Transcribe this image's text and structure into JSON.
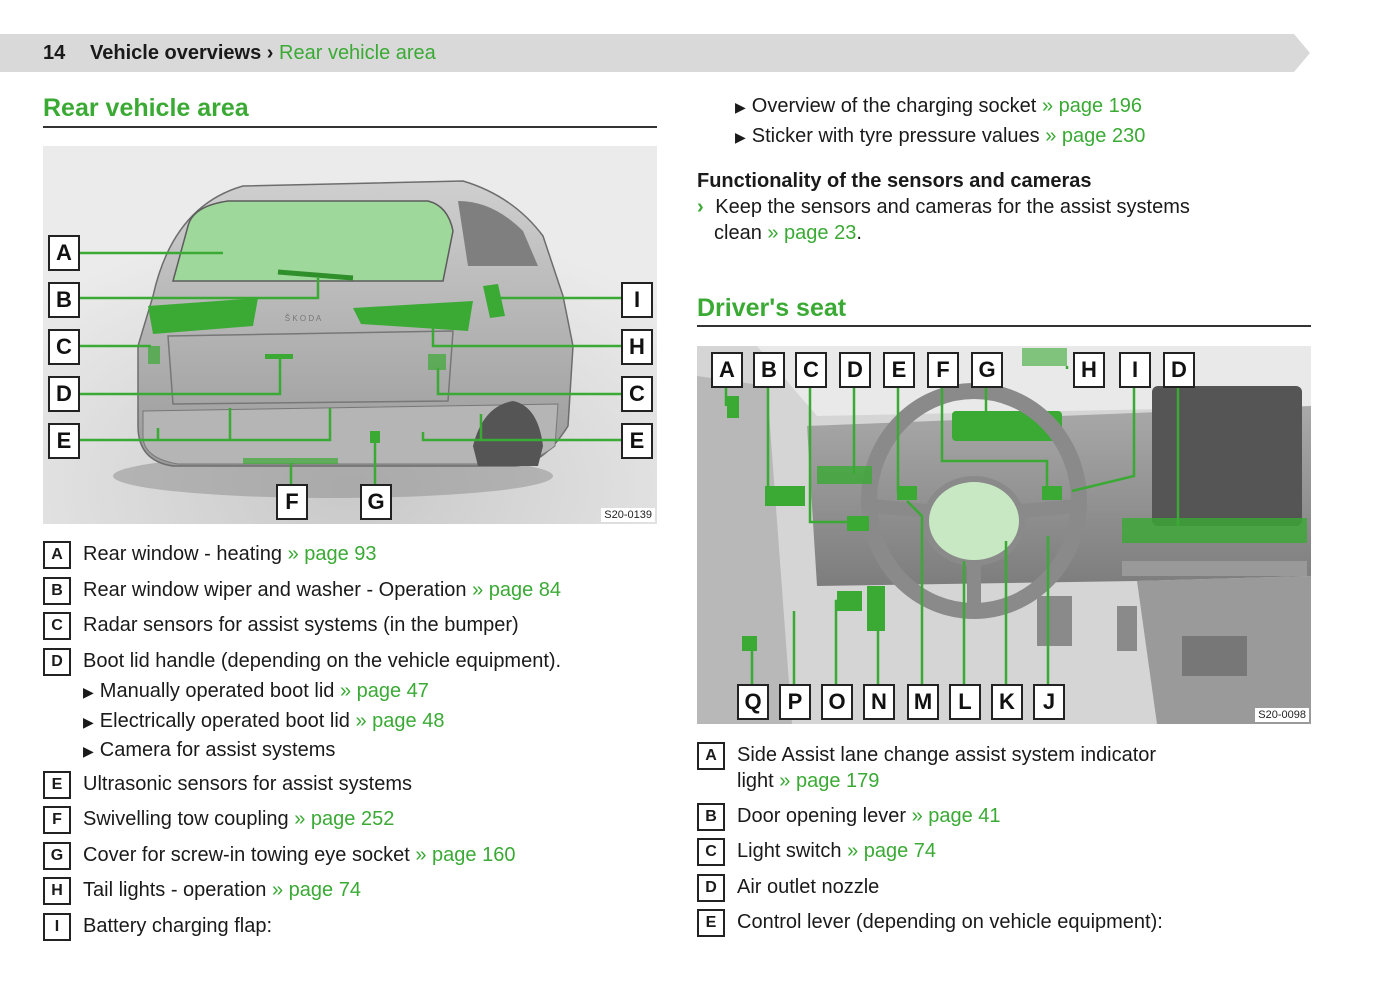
{
  "header": {
    "page_number": "14",
    "chapter": "Vehicle overviews",
    "separator": "›",
    "section": "Rear vehicle area"
  },
  "rear_area": {
    "title": "Rear vehicle area",
    "figure_code": "S20-0139",
    "brand_badge": "Š K O D A",
    "tags_left": [
      "A",
      "B",
      "C",
      "D",
      "E"
    ],
    "tags_right": [
      "I",
      "H",
      "C",
      "E"
    ],
    "tags_bottom": [
      "F",
      "G"
    ],
    "legend": [
      {
        "key": "A",
        "text": "Rear window - heating",
        "ref": "» page 93"
      },
      {
        "key": "B",
        "text": "Rear window wiper and washer - Operation",
        "ref": "» page 84"
      },
      {
        "key": "C",
        "text": "Radar sensors for assist systems (in the bumper)",
        "ref": ""
      },
      {
        "key": "D",
        "text": "Boot lid handle (depending on the vehicle equipment).",
        "ref": ""
      },
      {
        "key": "E",
        "text": "Ultrasonic sensors for assist systems",
        "ref": ""
      },
      {
        "key": "F",
        "text": "Swivelling tow coupling",
        "ref": "» page 252"
      },
      {
        "key": "G",
        "text": "Cover for screw-in towing eye socket",
        "ref": "» page 160"
      },
      {
        "key": "H",
        "text": "Tail lights - operation",
        "ref": "» page 74"
      },
      {
        "key": "I",
        "text": "Battery charging flap:",
        "ref": ""
      }
    ],
    "d_subitems": [
      {
        "text": "Manually operated boot lid",
        "ref": "» page 47"
      },
      {
        "text": "Electrically operated boot lid",
        "ref": "» page 48"
      },
      {
        "text": "Camera for assist systems",
        "ref": ""
      }
    ]
  },
  "charging_flap_items": [
    {
      "text": "Overview of the charging socket",
      "ref": "» page 196"
    },
    {
      "text": "Sticker with tyre pressure values",
      "ref": "» page 230"
    }
  ],
  "sensors": {
    "heading": "Functionality of the sensors and cameras",
    "bullet": "›",
    "line1": "Keep the sensors and cameras for the assist systems",
    "line2": "clean",
    "ref": "» page 23",
    "period": "."
  },
  "drivers_seat": {
    "title": "Driver's seat",
    "figure_code": "S20-0098",
    "tags_top": [
      "A",
      "B",
      "C",
      "D",
      "E",
      "F",
      "G",
      "H",
      "I",
      "D"
    ],
    "tags_bottom": [
      "Q",
      "P",
      "O",
      "N",
      "M",
      "L",
      "K",
      "J"
    ],
    "legend": [
      {
        "key": "A",
        "line1": "Side Assist lane change assist system indicator",
        "line2": "light",
        "ref": "» page 179"
      },
      {
        "key": "B",
        "line1": "Door opening lever",
        "line2": "",
        "ref": "» page 41"
      },
      {
        "key": "C",
        "line1": "Light switch",
        "line2": "",
        "ref": "» page 74"
      },
      {
        "key": "D",
        "line1": "Air outlet nozzle",
        "line2": "",
        "ref": ""
      },
      {
        "key": "E",
        "line1": "Control lever (depending on vehicle equipment):",
        "line2": "",
        "ref": ""
      }
    ]
  },
  "colors": {
    "accent": "#3aaa35",
    "header_bg": "#d9d9d9",
    "text": "#1a1a1a"
  }
}
